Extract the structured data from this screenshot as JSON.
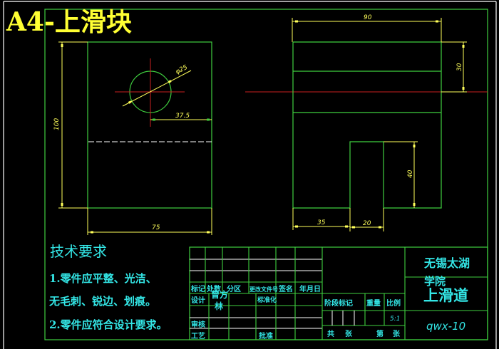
{
  "colors": {
    "background": "#000000",
    "outline": "#3fcf3f",
    "dimension": "#ffff5a",
    "centerline": "#c82020",
    "text": "#33e6e6",
    "title": "#ffff33",
    "frame": "#ffffff"
  },
  "title": {
    "text": "A4-上滑块"
  },
  "front_view": {
    "dimensions": {
      "height": "100",
      "width": "75",
      "hole_diameter": "φ25",
      "hole_offset": "37.5"
    }
  },
  "side_view": {
    "dimensions": {
      "width": "90",
      "top_height": "30",
      "slot_height": "40",
      "left_width": "35",
      "slot_width": "20"
    }
  },
  "tech_requirements": {
    "heading": "技术要求",
    "lines": [
      "1.零件应平整、光洁、",
      "无毛刺、锐边、划痕。",
      "2.零件应符合设计要求。"
    ]
  },
  "title_block": {
    "headers": [
      "标记",
      "处数",
      "分区",
      "更改文件号",
      "签名",
      "年月日"
    ],
    "design_label": "设计",
    "designer_name": "曾方",
    "designer_name_2": "林",
    "standardize_label": "标准化",
    "review_label": "审核",
    "process_label": "工艺",
    "approve_label": "批准",
    "stage_mark_label": "阶段标记",
    "weight_label": "重量",
    "scale_label": "比例",
    "scale_value": "5:1",
    "total_label": "共",
    "sheet_label_1": "张",
    "page_label": "第",
    "sheet_label_2": "张",
    "school_line_1": "无锡太湖",
    "school_line_2": "学院",
    "part_name": "上滑道",
    "drawing_number": "qwx-10"
  }
}
